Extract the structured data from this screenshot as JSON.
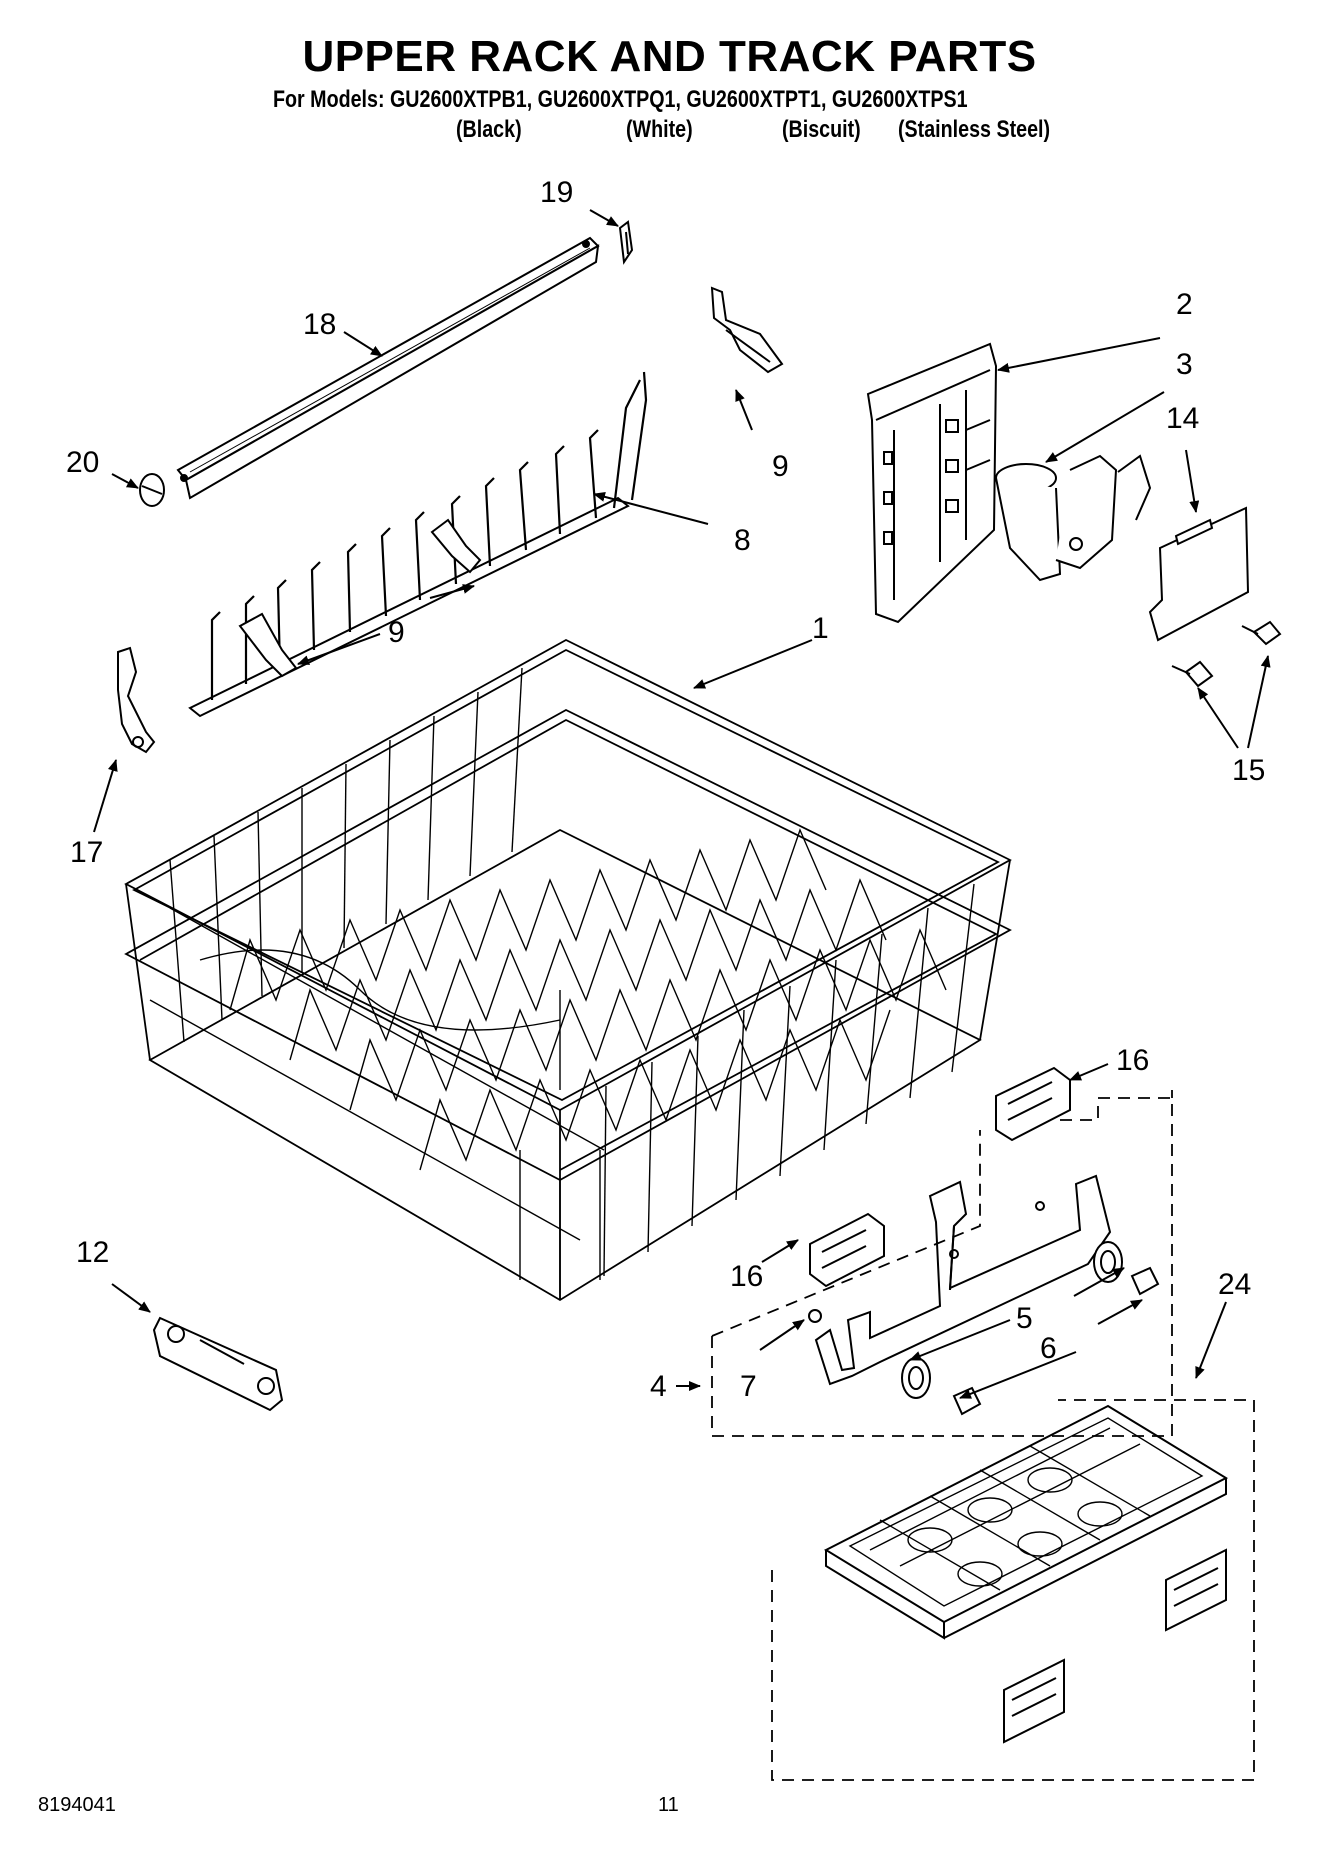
{
  "header": {
    "title": "UPPER RACK AND TRACK PARTS",
    "models_line": "For Models: GU2600XTPB1, GU2600XTPQ1, GU2600XTPT1, GU2600XTPS1",
    "colors": [
      "(Black)",
      "(White)",
      "(Biscuit)",
      "(Stainless Steel)"
    ]
  },
  "callouts": {
    "c19": "19",
    "c18": "18",
    "c20": "20",
    "c9a": "9",
    "c8": "8",
    "c9b": "9",
    "c17": "17",
    "c2": "2",
    "c3": "3",
    "c14": "14",
    "c15": "15",
    "c1": "1",
    "c16a": "16",
    "c16b": "16",
    "c12": "12",
    "c24": "24",
    "c5": "5",
    "c6": "6",
    "c4": "4",
    "c7": "7"
  },
  "footer": {
    "doc_number": "8194041",
    "page_number": "11"
  }
}
